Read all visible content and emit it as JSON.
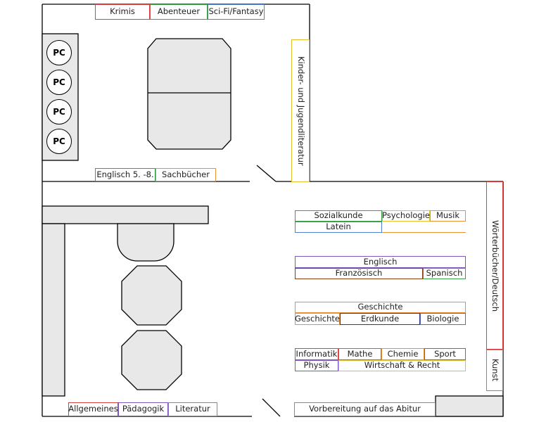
{
  "colors": {
    "red": "#d94040",
    "green": "#3aa04a",
    "blue": "#4f7fd0",
    "yellow": "#e4c02a",
    "orange": "#ee9030",
    "purple": "#8055c0",
    "brown": "#8b3d10",
    "navy": "#283a90",
    "gray": "#888888"
  },
  "pcs": [
    "PC",
    "PC",
    "PC",
    "PC"
  ],
  "shelves": {
    "krimis": "Krimis",
    "abenteuer": "Abenteuer",
    "scifi": "Sci-Fi/Fantasy",
    "kinder": "Kinder- und Jugendliteratur",
    "englisch58": "Englisch 5. -8.",
    "sachbuecher": "Sachbücher",
    "woerterbuecher": "Wörterbücher/Deutsch",
    "kunst": "Kunst",
    "sozialkunde": "Sozialkunde",
    "psychologie": "Psychologie",
    "musik": "Musik",
    "latein": "Latein",
    "englisch": "Englisch",
    "franzoesisch": "Französisch",
    "spanisch": "Spanisch",
    "geschichte_top": "Geschichte",
    "geschichte_left": "Geschichte",
    "erdkunde": "Erdkunde",
    "biologie": "Biologie",
    "informatik": "Informatik",
    "mathe": "Mathe",
    "chemie": "Chemie",
    "sport": "Sport",
    "physik": "Physik",
    "wirtschaft": "Wirtschaft & Recht",
    "allgemeines": "Allgemeines",
    "paedagogik": "Pädagogik",
    "literatur": "Literatur",
    "abitur": "Vorbereitung auf das Abitur"
  }
}
